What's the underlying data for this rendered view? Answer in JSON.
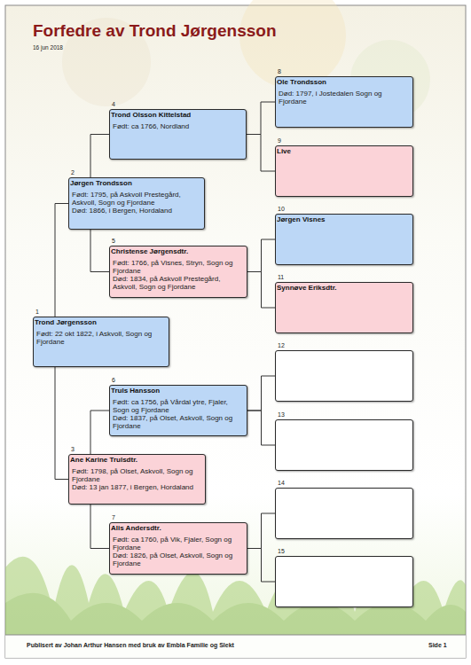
{
  "diagram": {
    "title": "Forfedre av Trond Jørgensson",
    "nodes": [
      {
        "text": [
          "1",
          "Trond Jørgensson",
          "Født: 22 okt 1822, i Askvoll, Sogn og Fjordane"
        ]
      },
      {
        "text": [
          "2",
          "Jørgen Trondsson",
          "Født: 1795, på Askvoll Prestegård, Askvoll, Sogn og Fjordane",
          "Død: 1866, i Bergen, Hordaland"
        ]
      },
      {
        "text": [
          "3",
          "Ane Karine Trulsdtr.",
          "Født: 1798, på Olset, Askvoll, Sogn og Fjordane",
          "Død: 13 jan 1877, i Bergen, Hordaland"
        ]
      },
      {
        "text": [
          "4",
          "Trond Olsson Kittelstad",
          "Født: ca 1766, Nordland"
        ]
      },
      {
        "text": [
          "5",
          "Christense Jørgensdtr.",
          "Født: 1766, på Visnes, Stryn, Sogn og Fjordane",
          "Død: 1834, på Askvoll Prestegård, Askvoll, Sogn og Fjordane"
        ]
      },
      {
        "text": [
          "6",
          "Truls Hansson",
          "Født: ca 1756, på Vårdal ytre, Fjaler, Sogn og Fjordane",
          "Død: 1837, på Olset, Askvoll, Sogn og Fjordane"
        ]
      },
      {
        "text": [
          "7",
          "Alis Andersdtr.",
          "Født: ca 1760, på Vik, Fjaler, Sogn og Fjordane",
          "Død: 1826, på Olset, Askvoll, Sogn og Fjordane"
        ]
      },
      {
        "text": [
          "8",
          "Ole Trondsson",
          "Død: 1797, i Jostedalen Sogn og Fjordane"
        ]
      },
      {
        "text": [
          "9",
          "Live"
        ]
      },
      {
        "text": [
          "10",
          "Jørgen Visnes"
        ]
      },
      {
        "text": [
          "11",
          "Synnøve Eriksdtr."
        ]
      },
      {
        "text": [
          "12"
        ]
      },
      {
        "text": [
          "13"
        ]
      },
      {
        "text": [
          "14"
        ]
      },
      {
        "text": [
          "15"
        ]
      }
    ],
    "edges": [
      {
        "from": 0,
        "to": 1,
        "arrow": "none"
      },
      {
        "from": 0,
        "to": 2,
        "arrow": "none"
      },
      {
        "from": 1,
        "to": 3,
        "arrow": "none"
      },
      {
        "from": 1,
        "to": 4,
        "arrow": "none"
      },
      {
        "from": 2,
        "to": 5,
        "arrow": "none"
      },
      {
        "from": 2,
        "to": 6,
        "arrow": "none"
      },
      {
        "from": 3,
        "to": 7,
        "arrow": "none"
      },
      {
        "from": 3,
        "to": 8,
        "arrow": "none"
      },
      {
        "from": 4,
        "to": 9,
        "arrow": "none"
      },
      {
        "from": 4,
        "to": 10,
        "arrow": "none"
      },
      {
        "from": 5,
        "to": 11,
        "arrow": "none"
      },
      {
        "from": 5,
        "to": 12,
        "arrow": "none"
      },
      {
        "from": 6,
        "to": 13,
        "arrow": "none"
      },
      {
        "from": 6,
        "to": 14,
        "arrow": "none"
      }
    ],
    "labels": [
      "16 jun 2018",
      "Publisert av Johan Arthur Hansen med bruk av Embla Familie og Slekt",
      "Side 1"
    ]
  }
}
